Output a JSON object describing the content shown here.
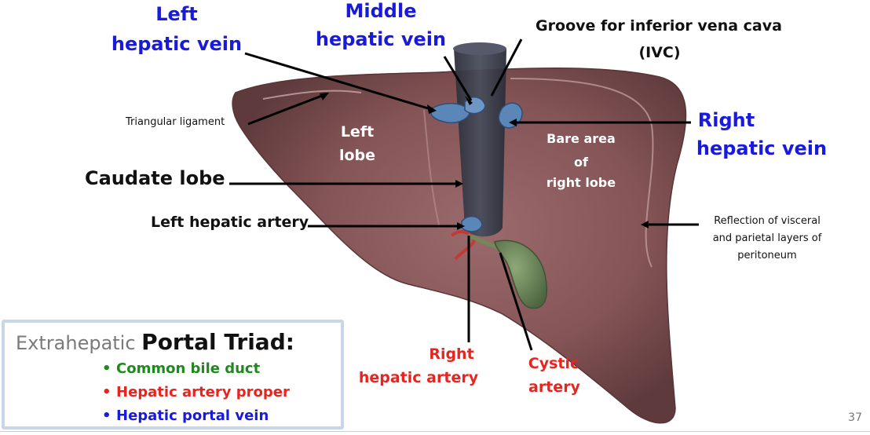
{
  "labels": {
    "left_hepatic_vein": [
      "Left",
      "hepatic vein"
    ],
    "middle_hepatic_vein": [
      "Middle",
      "hepatic vein"
    ],
    "groove_ivc": [
      "Groove for inferior vena cava",
      "(IVC)"
    ],
    "right_hepatic_vein": [
      "Right",
      "hepatic vein"
    ],
    "triangular_ligament": "Triangular ligament",
    "left_lobe": [
      "Left",
      "lobe"
    ],
    "bare_area": [
      "Bare area",
      "of",
      "right lobe"
    ],
    "caudate_lobe": "Caudate lobe",
    "left_hepatic_artery": "Left hepatic artery",
    "reflection": [
      "Reflection of visceral",
      "and parietal layers of",
      "peritoneum"
    ],
    "right_hepatic_artery": [
      "Right",
      "hepatic artery"
    ],
    "cystic_artery": [
      "Cystic",
      "artery"
    ]
  },
  "triad": {
    "prefix": "Extrahepatic ",
    "title": "Portal Triad:",
    "items": [
      {
        "text": "Common bile duct",
        "color": "#1e8a1e"
      },
      {
        "text": "Hepatic artery proper",
        "color": "#e8241f"
      },
      {
        "text": "Hepatic portal vein",
        "color": "#1a1adb"
      }
    ]
  },
  "page_number": "37",
  "colors": {
    "blue_label": "#1a1adb",
    "red_label": "#e8241f",
    "liver": "#8a5a5c",
    "ivc_band": "#3a3e4c",
    "vein": "#5a86b8",
    "gallbladder": "#6f8a5a"
  }
}
